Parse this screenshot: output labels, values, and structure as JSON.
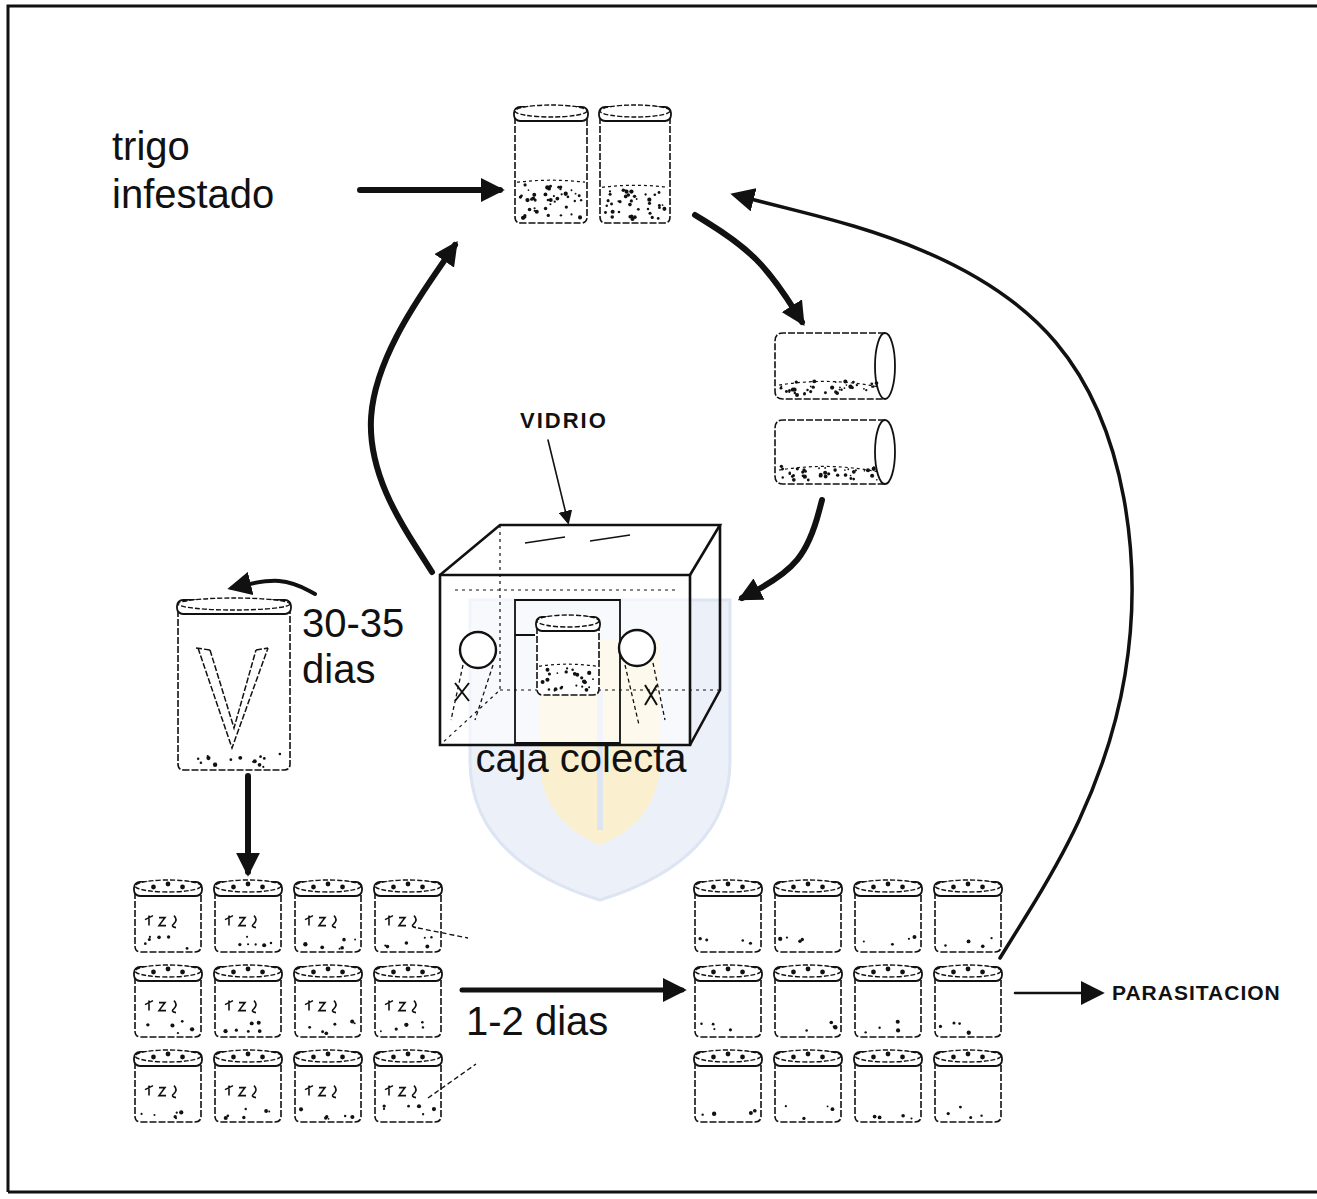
{
  "diagram": {
    "nodes": [
      {
        "text": [
          "caja colecta"
        ]
      }
    ],
    "labels": [
      "trigo infestado",
      "VIDRIO",
      "30-35 dias",
      "1-2 dias",
      "PARASITACION"
    ]
  }
}
